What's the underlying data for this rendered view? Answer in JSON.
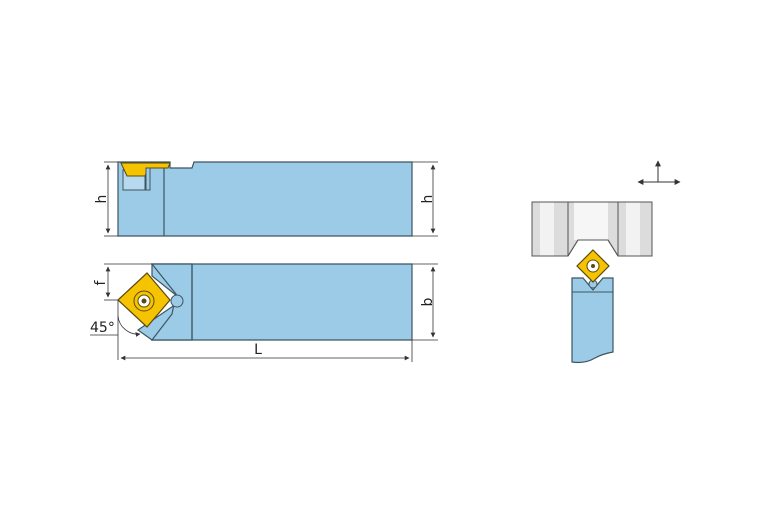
{
  "colors": {
    "holder_fill": "#9ccbe8",
    "holder_stroke": "#3d5560",
    "insert_fill": "#f5c300",
    "insert_stroke": "#5a4a10",
    "workpiece_fill": "#dcdcdc",
    "line_color": "#333333"
  },
  "labels": {
    "h_left": "h",
    "h_right": "h",
    "f": "f",
    "b": "b",
    "L": "L",
    "angle": "45°"
  },
  "icons": {
    "direction": "up-left-right-arrows-icon",
    "screw": "torx-screw-icon"
  }
}
